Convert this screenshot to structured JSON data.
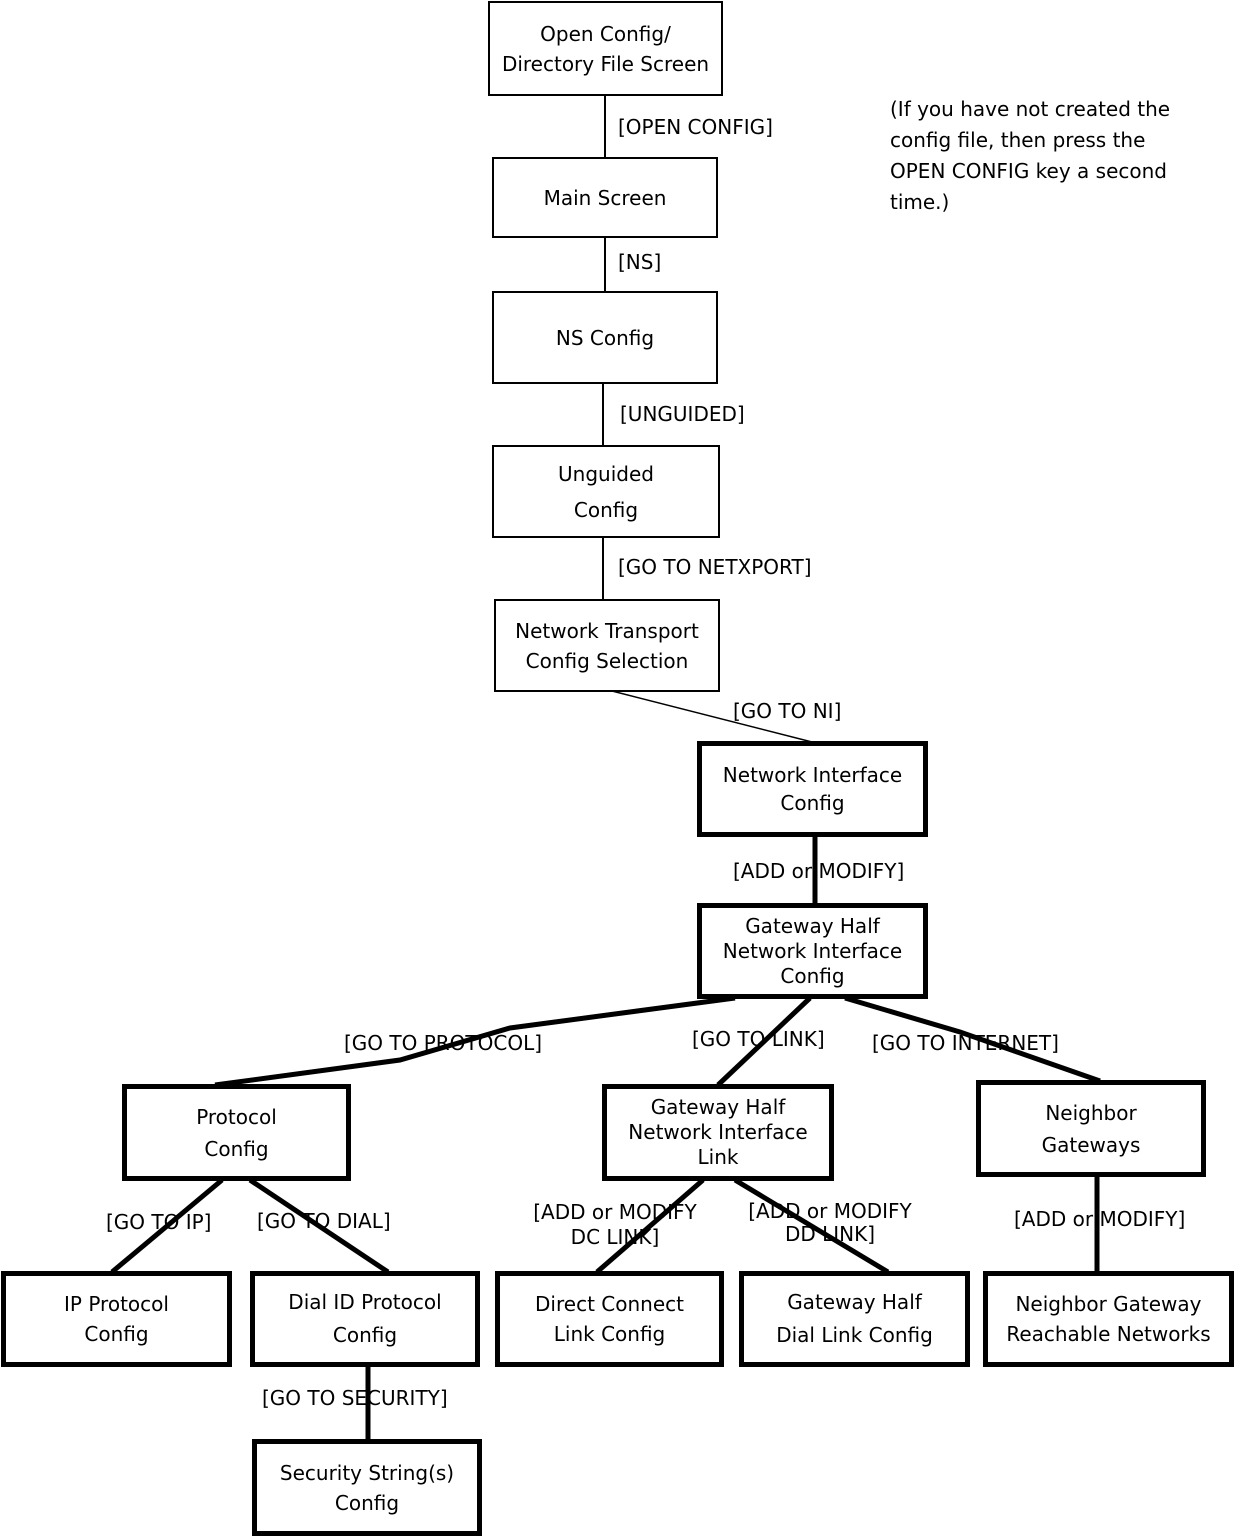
{
  "nodes": {
    "open_config": "Open Config/\nDirectory File Screen",
    "main_screen": "Main Screen",
    "ns_config": "NS Config",
    "unguided": "Unguided\nConfig",
    "nt_selection": "Network Transport\nConfig Selection",
    "ni_config": "Network Interface\nConfig",
    "gw_half_ni": "Gateway Half\nNetwork Interface\nConfig",
    "protocol": "Protocol\nConfig",
    "gw_half_link": "Gateway Half\nNetwork Interface\nLink",
    "neighbor_gw": "Neighbor\nGateways",
    "ip_protocol": "IP Protocol\nConfig",
    "dial_id": "Dial ID Protocol\nConfig",
    "direct_connect": "Direct Connect\nLink Config",
    "gw_dial_link": "Gateway Half\nDial Link Config",
    "neighbor_reach": "Neighbor Gateway\nReachable Networks",
    "security": "Security String(s)\nConfig"
  },
  "edges": {
    "open_config": "[OPEN CONFIG]",
    "ns": "[NS]",
    "unguided": "[UNGUIDED]",
    "netxport": "[GO TO NETXPORT]",
    "ni": "[GO TO NI]",
    "add_modify_1": "[ADD or MODIFY]",
    "protocol": "[GO TO PROTOCOL]",
    "link": "[GO TO LINK]",
    "internet": "[GO TO INTERNET]",
    "ip": "[GO TO IP]",
    "dial": "[GO TO DIAL]",
    "dc_link": "[ADD or MODIFY\nDC LINK]",
    "dd_link": "[ADD or MODIFY\nDD LINK]",
    "add_modify_2": "[ADD or MODIFY]",
    "security": "[GO TO SECURITY]"
  },
  "note": [
    "(If you have not created the",
    "config file, then press the",
    "OPEN CONFIG key a second",
    "time.)"
  ]
}
